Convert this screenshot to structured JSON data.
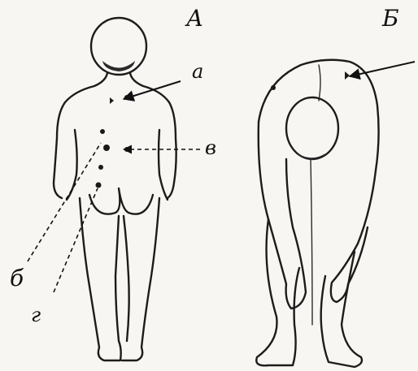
{
  "figure": {
    "panel_a_label": "А",
    "panel_b_label": "Б",
    "label_a": "а",
    "label_v": "в",
    "label_b": "б",
    "label_g": "г"
  }
}
